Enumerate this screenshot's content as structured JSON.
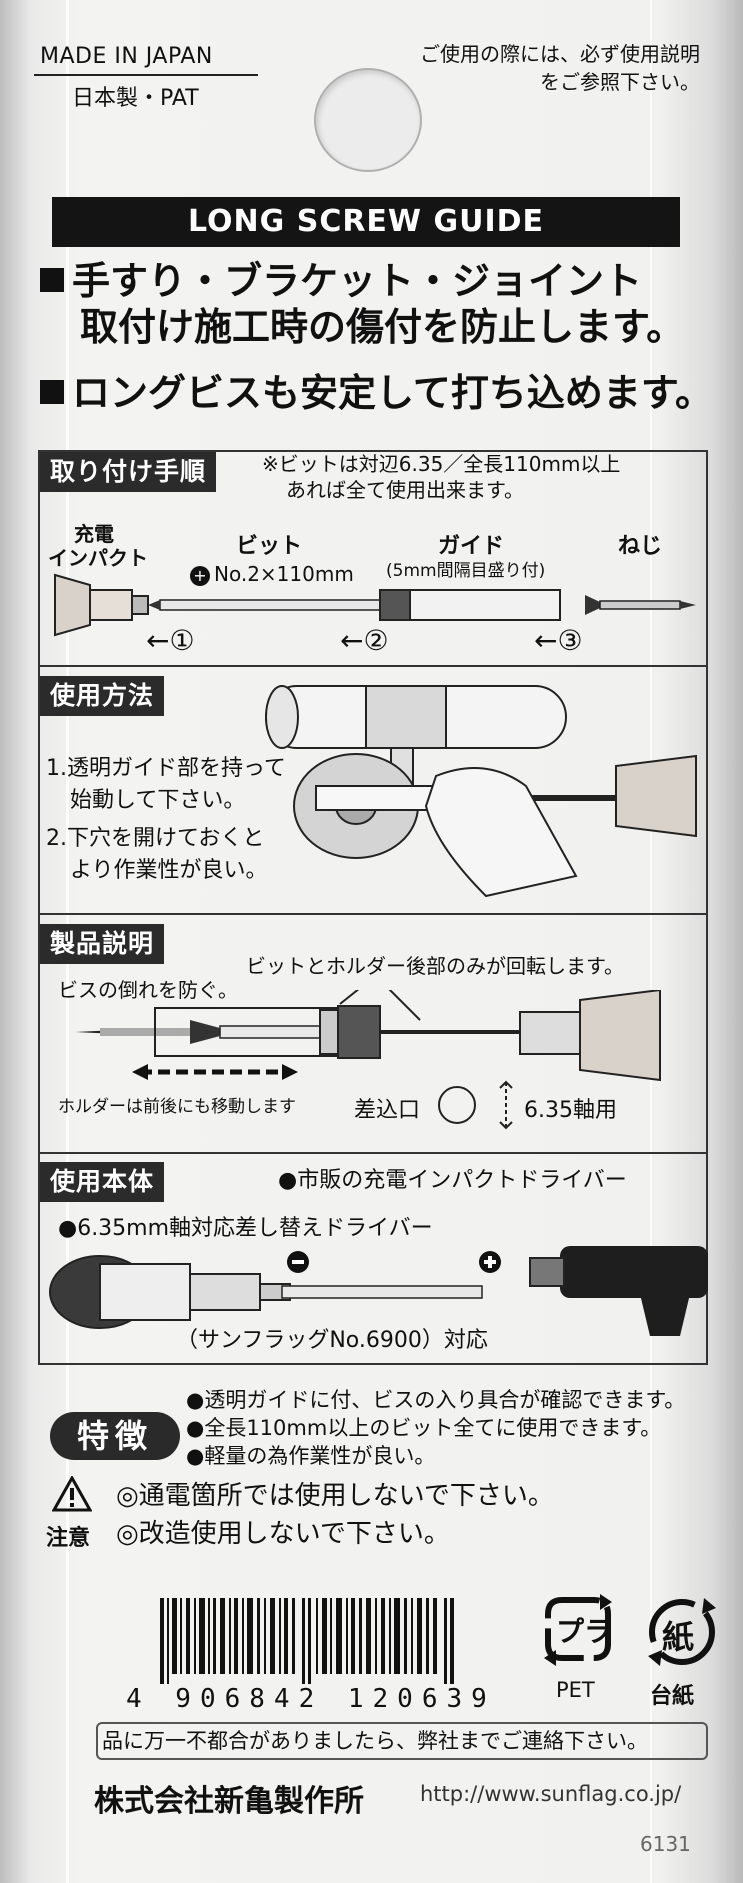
{
  "header": {
    "made_in": "MADE IN JAPAN",
    "made_in_jp": "日本製・PAT",
    "notice_line1": "ご使用の際には、必ず使用説明",
    "notice_line2": "をご参照下さい。"
  },
  "banner": {
    "title": "LONG SCREW GUIDE"
  },
  "features": [
    "手すり・ブラケット・ジョイント",
    "取付け施工時の傷付を防止します。",
    "ロングビスも安定して打ち込めます。"
  ],
  "steps": {
    "tab": "取り付け手順",
    "note_line1": "※ビットは対辺6.35／全長110mm以上",
    "note_line2": "あれば全て使用出来ます。",
    "impact_line1": "充電",
    "impact_line2": "インパクト",
    "bit_label": "ビット",
    "bit_spec": "No.2×110mm",
    "guide_label": "ガイド",
    "guide_spec": "(5mm間隔目盛り付)",
    "screw_label": "ねじ",
    "step1": "←①",
    "step2": "←②",
    "step3": "←③"
  },
  "usage": {
    "tab": "使用方法",
    "line1": "1.透明ガイド部を持って",
    "line2": "始動して下さい。",
    "line3": "2.下穴を開けておくと",
    "line4": "より作業性が良い。"
  },
  "product": {
    "tab": "製品説明",
    "rotate_note": "ビットとホルダー後部のみが回転します。",
    "tilt_note": "ビスの倒れを防ぐ。",
    "holder_note": "ホルダーは前後にも移動します",
    "socket_label": "差込口",
    "axis_label": "6.35軸用"
  },
  "body_tools": {
    "tab": "使用本体",
    "impact_driver": "●市販の充電インパクトドライバー",
    "driver": "●6.35mm軸対応差し替えドライバー",
    "sunflag": "（サンフラッグNo.6900）対応"
  },
  "tokucho": {
    "label": "特徴",
    "items": [
      "●透明ガイドに付、ビスの入り具合が確認できます。",
      "●全長110mm以上のビット全てに使用できます。",
      "●軽量の為作業性が良い。"
    ]
  },
  "caution": {
    "label": "注意",
    "items": [
      "◎通電箇所では使用しないで下さい。",
      "◎改造使用しないで下さい。"
    ]
  },
  "recycle": {
    "pla": "プラ",
    "pet": "PET",
    "kami": "紙",
    "daishi": "台紙"
  },
  "barcode": {
    "number": "4 906842 120639"
  },
  "footer": {
    "contact": "品に万一不都合がありましたら、弊社までご連絡下さい。",
    "company": "株式会社新亀製作所",
    "url": "http://www.sunflag.co.jp/",
    "tail": "6131"
  }
}
